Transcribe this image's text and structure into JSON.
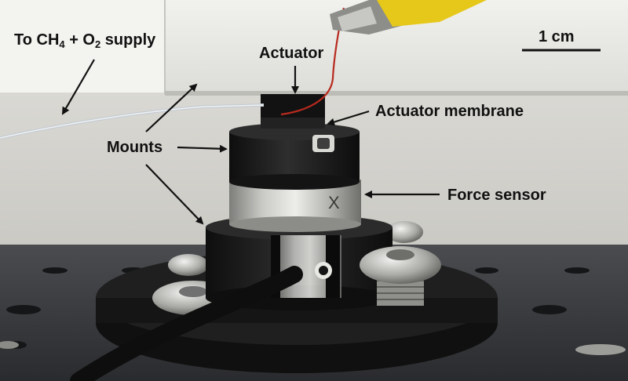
{
  "labels": {
    "supply_prefix": "To CH",
    "supply_sub1": "4",
    "supply_mid": " + O",
    "supply_sub2": "2",
    "supply_suffix": " supply",
    "actuator": "Actuator",
    "actuator_membrane": "Actuator membrane",
    "mounts": "Mounts",
    "force_sensor": "Force sensor",
    "scale_bar": "1 cm"
  },
  "sensor_marking": "X",
  "colors": {
    "background_wall": "#d9d9d4",
    "breadboard": "#3a3c40",
    "mount_black": "#1c1c1c",
    "steel": "#b8b8b4",
    "clip_yellow": "#e6c81a",
    "wire_red": "#b82a1e",
    "annotation": "#111111"
  }
}
